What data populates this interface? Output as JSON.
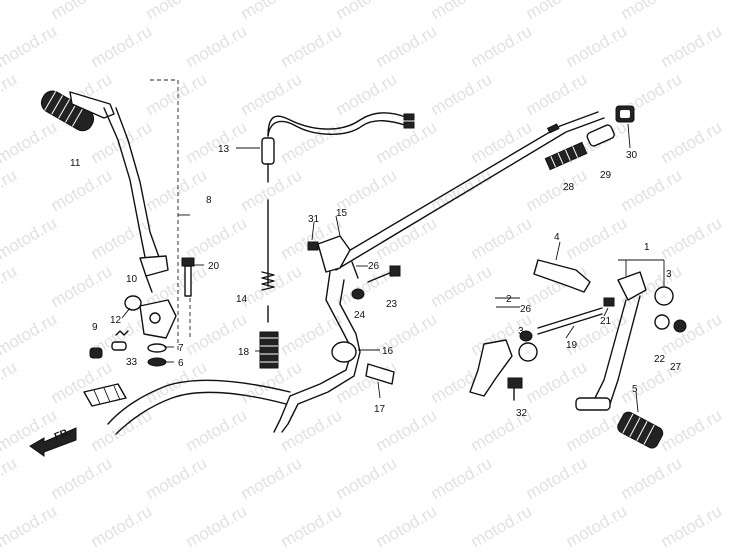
{
  "watermark": "motod.ru",
  "direction_label": "FR.",
  "parts": {
    "p1": "1",
    "p2": "2",
    "p3a": "3",
    "p3b": "3",
    "p4": "4",
    "p5": "5",
    "p6": "6",
    "p7": "7",
    "p8": "8",
    "p9": "9",
    "p10": "10",
    "p11": "11",
    "p12": "12",
    "p13": "13",
    "p14": "14",
    "p15": "15",
    "p16": "16",
    "p17": "17",
    "p18": "18",
    "p19": "19",
    "p20": "20",
    "p21": "21",
    "p22": "22",
    "p23": "23",
    "p24": "24",
    "p26a": "26",
    "p26b": "26",
    "p27": "27",
    "p28": "28",
    "p29": "29",
    "p30": "30",
    "p31": "31",
    "p32": "32",
    "p33": "33"
  }
}
